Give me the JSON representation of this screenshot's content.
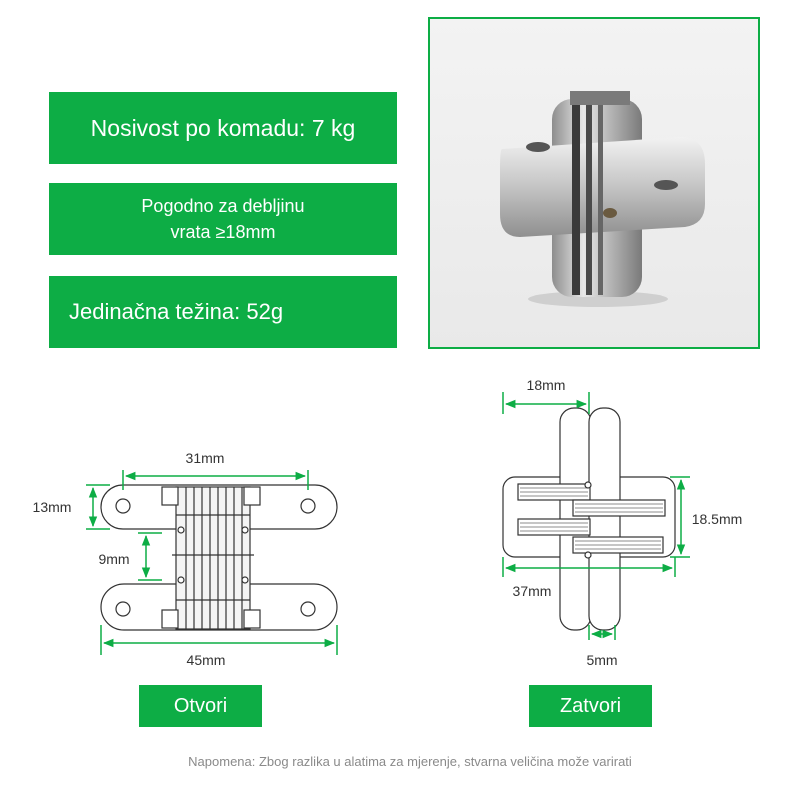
{
  "specs": {
    "load": "Nosivost po komadu: 7 kg",
    "thickness_line1": "Pogodno za debljinu",
    "thickness_line2": "vrata ≥18mm",
    "weight": "Jedinačna težina: 52g"
  },
  "open_diagram": {
    "width_holes": "31mm",
    "height_leaf": "13mm",
    "gap": "9mm",
    "total_width": "45mm",
    "button_label": "Otvori"
  },
  "closed_diagram": {
    "top_width": "18mm",
    "height": "18.5mm",
    "width": "37mm",
    "gap_width": "5mm",
    "button_label": "Zatvori"
  },
  "note": "Napomena: Zbog razlika u alatima za mjerenje, stvarna veličina može varirati",
  "colors": {
    "accent": "#0dad45",
    "metal": "#c9c9c9"
  }
}
